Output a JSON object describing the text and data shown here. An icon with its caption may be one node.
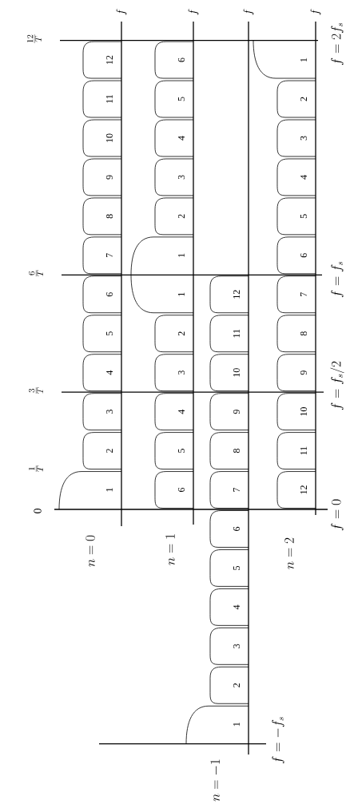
{
  "diagram": {
    "labels": [
      "0",
      "\\frac{1}{T}",
      "\\frac{3}{T}",
      "\\frac{6}{T}",
      "\\frac{12}{T}",
      "f",
      "f",
      "f",
      "f",
      "n = 0",
      "n = 1",
      "n = 2",
      "n = -1",
      "f = 0",
      "f = f_s / 2",
      "f = f_s",
      "f = 2f_s",
      "f = -f_s",
      "1",
      "2",
      "3",
      "4",
      "5",
      "6",
      "7",
      "8",
      "9",
      "10",
      "11",
      "12",
      "6",
      "5",
      "4",
      "3",
      "2",
      "1",
      "1",
      "2",
      "3",
      "4",
      "5",
      "6",
      "1",
      "2",
      "3",
      "4",
      "5",
      "6",
      "7",
      "8",
      "9",
      "10",
      "11",
      "12",
      "12",
      "11",
      "10",
      "9",
      "8",
      "7",
      "6",
      "5",
      "4",
      "3",
      "2",
      "1"
    ]
  }
}
